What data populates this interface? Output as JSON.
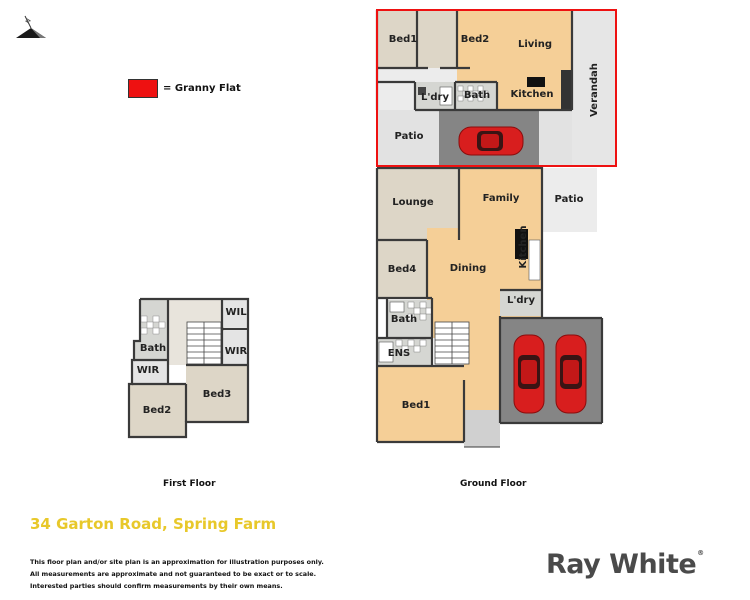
{
  "legend": {
    "swatch_color": "#ee1111",
    "label": "= Granny Flat"
  },
  "compass": {
    "icon": "north-arrow-icon",
    "label": "N"
  },
  "first_floor": {
    "caption": "First Floor",
    "rooms": {
      "bath": "Bath",
      "wil": "WIL",
      "wir_right": "WIR",
      "wir_left": "WIR",
      "bed2": "Bed2",
      "bed3": "Bed3"
    }
  },
  "ground_floor": {
    "caption": "Ground Floor",
    "granny_flat": {
      "bed1": "Bed1",
      "bed2": "Bed2",
      "living": "Living",
      "verandah": "Verandah",
      "laundry": "L'dry",
      "bath": "Bath",
      "kitchen": "Kitchen",
      "patio": "Patio"
    },
    "main_house": {
      "lounge": "Lounge",
      "family": "Family",
      "patio": "Patio",
      "kitchen": "Kitchen",
      "bed4": "Bed4",
      "dining": "Dining",
      "laundry": "L'dry",
      "bath": "Bath",
      "ens": "ENS",
      "bed1": "Bed1"
    }
  },
  "address": {
    "text": "34 Garton Road, Spring Farm",
    "color": "#e8c82a"
  },
  "disclaimer": [
    "This floor plan and/or site plan is an approximation for illustration purposes only.",
    "All measurements are approximate and not guaranteed to be exact or to scale.",
    "Interested parties should confirm measurements by their own means."
  ],
  "brand": {
    "name": "Ray White",
    "mark": "®"
  },
  "colors": {
    "wood": "#f5cf97",
    "carpet": "#ddd6c7",
    "tile": "#d5d6d2",
    "garage": "#858585",
    "outdoor": "#ececec",
    "wall": "#3a3a3a",
    "car": "#d81e1e"
  }
}
